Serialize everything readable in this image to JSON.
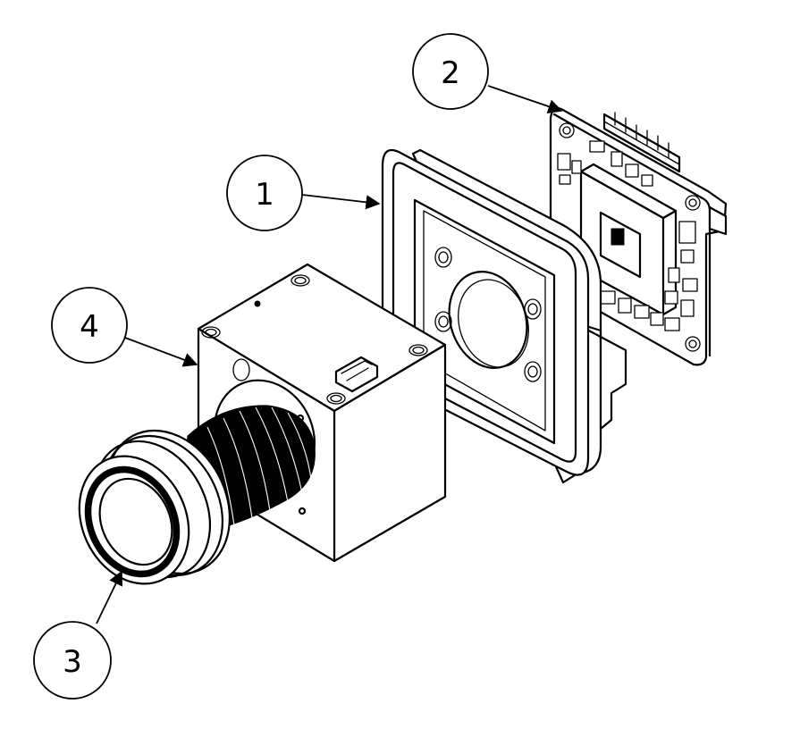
{
  "callouts": [
    {
      "id": "callout-1",
      "label": "1",
      "part": "housing-frame"
    },
    {
      "id": "callout-2",
      "label": "2",
      "part": "sensor-board"
    },
    {
      "id": "callout-3",
      "label": "3",
      "part": "lens"
    },
    {
      "id": "callout-4",
      "label": "4",
      "part": "camera-body"
    }
  ]
}
